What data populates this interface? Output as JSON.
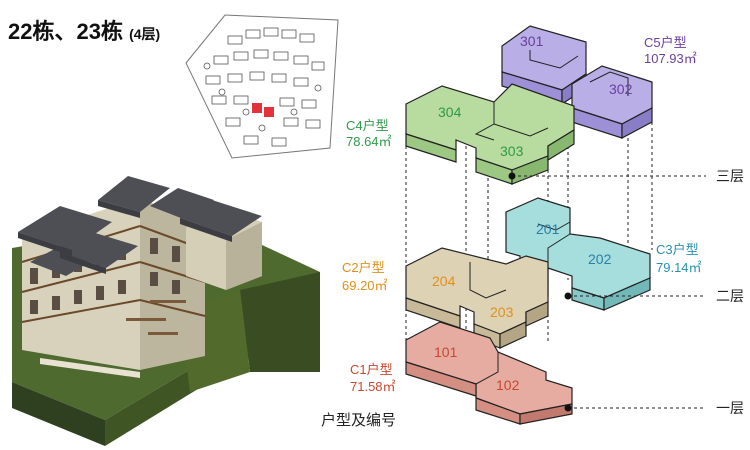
{
  "header": {
    "title": "22栋、23栋",
    "subtitle": "(4层)"
  },
  "caption": "户型及编号",
  "floors": {
    "third": "三层",
    "second": "二层",
    "first": "一层"
  },
  "types": {
    "c5": {
      "name": "C5户型",
      "area": "107.93㎡",
      "color": "#6a3fa0"
    },
    "c4": {
      "name": "C4户型",
      "area": "78.64㎡",
      "color": "#2f9a4a"
    },
    "c3": {
      "name": "C3户型",
      "area": "79.14㎡",
      "color": "#2a8fb0"
    },
    "c2": {
      "name": "C2户型",
      "area": "69.20㎡",
      "color": "#e0901a"
    },
    "c1": {
      "name": "C1户型",
      "area": "71.58㎡",
      "color": "#c8482f"
    }
  },
  "units": {
    "u301": "301",
    "u302": "302",
    "u303": "303",
    "u304": "304",
    "u201": "201",
    "u202": "202",
    "u203": "203",
    "u204": "204",
    "u101": "101",
    "u102": "102"
  }
}
